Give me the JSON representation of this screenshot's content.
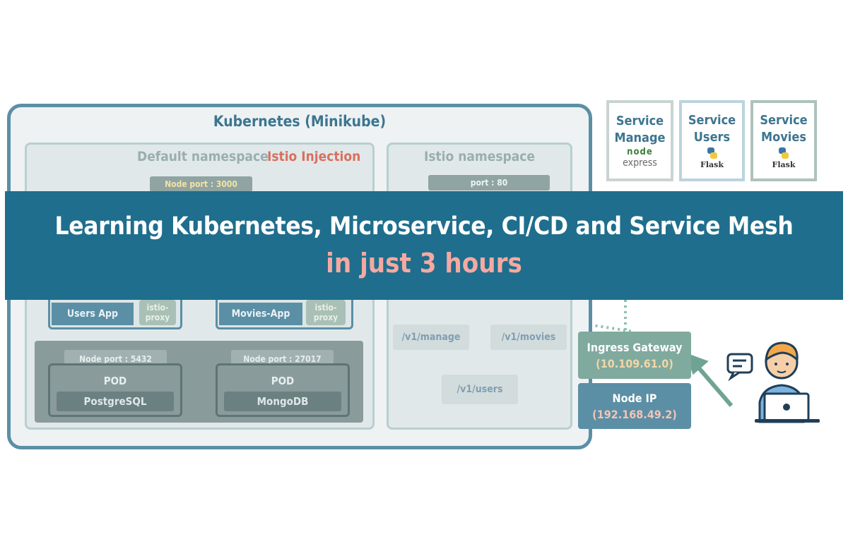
{
  "diagram": {
    "cluster_title": "Kubernetes (Minikube)",
    "default_ns": {
      "title": "Default namespace",
      "injection": "Istio Injection",
      "node_port": "Node port : 3000"
    },
    "istio_ns": {
      "title": "Istio namespace",
      "port": "port : 80"
    },
    "apps": {
      "users": {
        "label": "Users App",
        "proxy": "istio-\nproxy"
      },
      "movies": {
        "label": "Movies-App",
        "proxy": "istio-\nproxy"
      }
    },
    "pods": {
      "postgres": {
        "node_port": "Node port : 5432",
        "pod": "POD",
        "db": "PostgreSQL"
      },
      "mongo": {
        "node_port": "Node port : 27017",
        "pod": "POD",
        "db": "MongoDB"
      }
    },
    "routes": {
      "manage": "/v1/manage",
      "movies": "/v1/movies",
      "users": "/v1/users"
    },
    "services": [
      {
        "title": "Service\nManage",
        "logo_top": "node",
        "logo_bottom": "express"
      },
      {
        "title": "Service\nUsers",
        "logo_text": "Flask"
      },
      {
        "title": "Service\nMovies",
        "logo_text": "Flask"
      }
    ],
    "ingress": {
      "title": "Ingress Gateway",
      "ip": "(10.109.61.0)"
    },
    "node_ip": {
      "title": "Node IP",
      "ip": "(192.168.49.2)"
    }
  },
  "banner": {
    "line1": "Learning Kubernetes, Microservice, CI/CD and Service Mesh",
    "line2": "in just 3 hours"
  },
  "colors": {
    "banner": "#1f6e8d",
    "accent": "#f5a9a1",
    "primary": "#5b8fa6"
  }
}
